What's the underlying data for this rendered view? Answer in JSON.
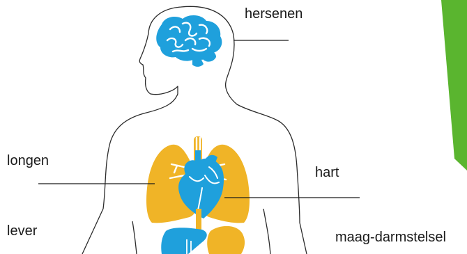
{
  "labels": {
    "brain": "hersenen",
    "lungs": "longen",
    "heart": "hart",
    "liver": "lever",
    "digestive": "maag-darmstelsel"
  },
  "colors": {
    "organ_blue": "#1fa0dc",
    "organ_yellow": "#f0b427",
    "accent_green": "#5ab52f",
    "outline": "#2b2b2b"
  }
}
